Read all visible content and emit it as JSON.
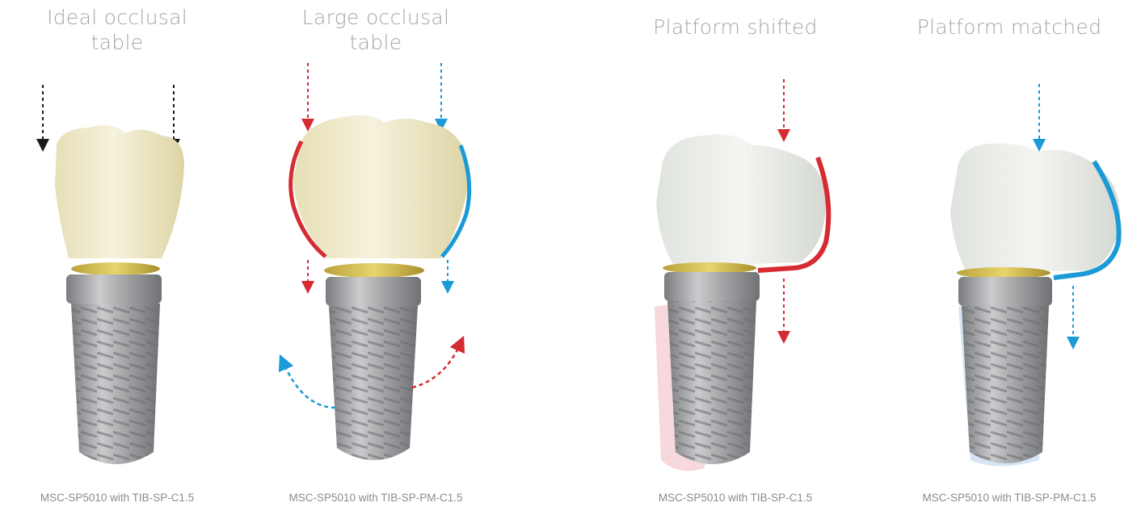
{
  "panels": [
    {
      "title": "Ideal occlusal table",
      "caption": "MSC-SP5010 with TIB-SP-C1.5"
    },
    {
      "title": "Large occlusal table",
      "caption": "MSC-SP5010 with TIB-SP-PM-C1.5"
    },
    {
      "title": "Platform shifted",
      "caption": "MSC-SP5010 with TIB-SP-C1.5"
    },
    {
      "title": "Platform matched",
      "caption": "MSC-SP5010 with TIB-SP-PM-C1.5"
    }
  ],
  "colors": {
    "title_text": "#a6a6a6",
    "caption_text": "#8c8c8c",
    "arrow_black": "#1a1a1a",
    "arrow_red": "#d62b33",
    "arrow_blue": "#1a9ad6",
    "crown_ivory": "#efe9c8",
    "crown_white": "#e9ece8",
    "gold_collar": "#d7c25a",
    "titanium": "#9a9c9e"
  }
}
